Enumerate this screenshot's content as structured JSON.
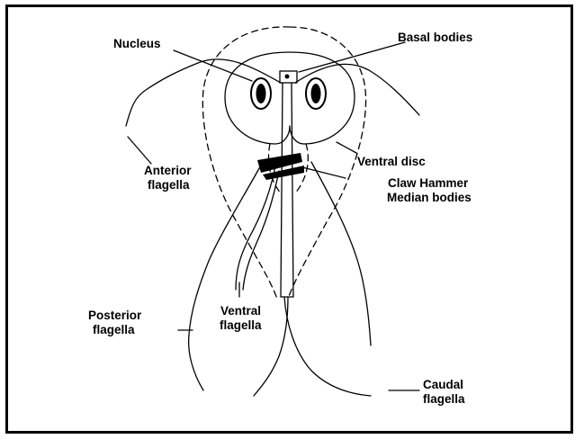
{
  "labels": {
    "nucleus": "Nucleus",
    "basal_bodies": "Basal bodies",
    "anterior_flagella": [
      "Anterior",
      "flagella"
    ],
    "ventral_disc": "Ventral disc",
    "claw_hammer": [
      "Claw Hammer",
      "Median bodies"
    ],
    "posterior_flagella": [
      "Posterior",
      "flagella"
    ],
    "ventral_flagella": [
      "Ventral",
      "flagella"
    ],
    "caudal_flagella": [
      "Caudal",
      "flagella"
    ]
  },
  "colors": {
    "ink": "#000000",
    "background": "#ffffff"
  }
}
